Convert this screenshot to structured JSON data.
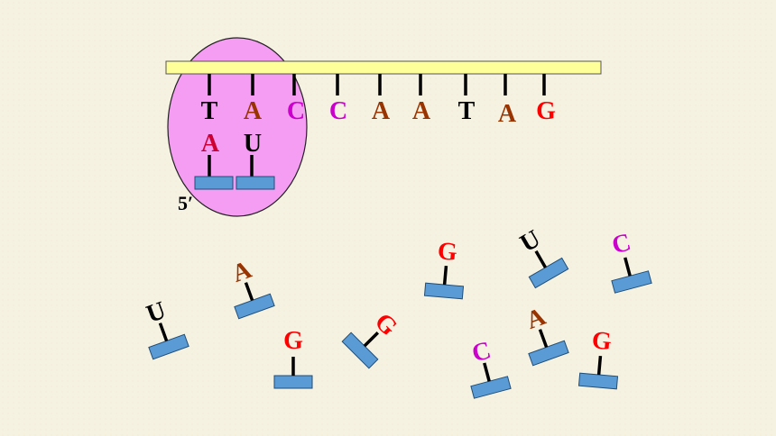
{
  "colors": {
    "background": "#f6f2e2",
    "ribosome": "#f59df2",
    "mrna": "#ffff99",
    "trna_block": "#5b9bd5",
    "A": "#993300",
    "T": "#000000",
    "C": "#cc00cc",
    "G": "#ff0000",
    "U": "#000000",
    "A_paired": "#cc0033"
  },
  "template_strand": [
    "T",
    "A",
    "C",
    "C",
    "A",
    "A",
    "T",
    "A",
    "G"
  ],
  "paired_bases": [
    "A",
    "U"
  ],
  "five_prime_label": "5′",
  "free_nucleotides": [
    "U",
    "A",
    "G",
    "G",
    "G",
    "U",
    "C",
    "C",
    "A",
    "G"
  ]
}
